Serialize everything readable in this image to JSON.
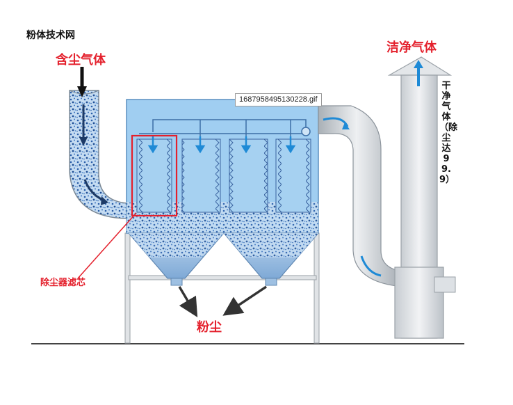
{
  "site_title": "粉体技术网",
  "labels": {
    "dirty_gas": "含尘气体",
    "clean_gas": "洁净气体",
    "clean_gas_desc": "干净气体（除尘达99.9）",
    "filter": "除尘器滤芯",
    "dust": "粉尘"
  },
  "tooltip": {
    "filename": "1687958495130228.gif"
  },
  "colors": {
    "accent_red": "#e4202c",
    "flow_blue": "#1e8ad6",
    "dust_blue": "#2b5faa",
    "housing_blue": "#8fc6ee",
    "duct_gray": "#c9ced3"
  }
}
